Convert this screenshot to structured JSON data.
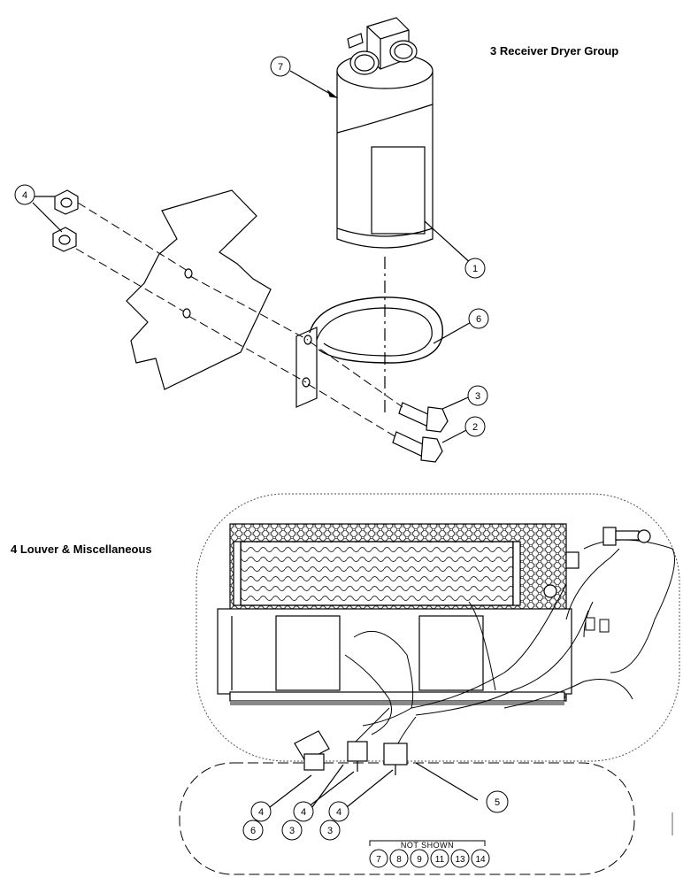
{
  "titles": {
    "receiver_dryer_group": "3 Receiver Dryer Group",
    "louver_misc": "4 Louver & Miscellaneous"
  },
  "dryer_callouts": [
    "7",
    "1",
    "6",
    "3",
    "2",
    "4"
  ],
  "louver_callouts": [
    "4",
    "4",
    "4",
    "6",
    "3",
    "3",
    "5"
  ],
  "not_shown": {
    "label": "NOT SHOWN",
    "items": [
      "7",
      "8",
      "9",
      "11",
      "13",
      "14"
    ]
  }
}
